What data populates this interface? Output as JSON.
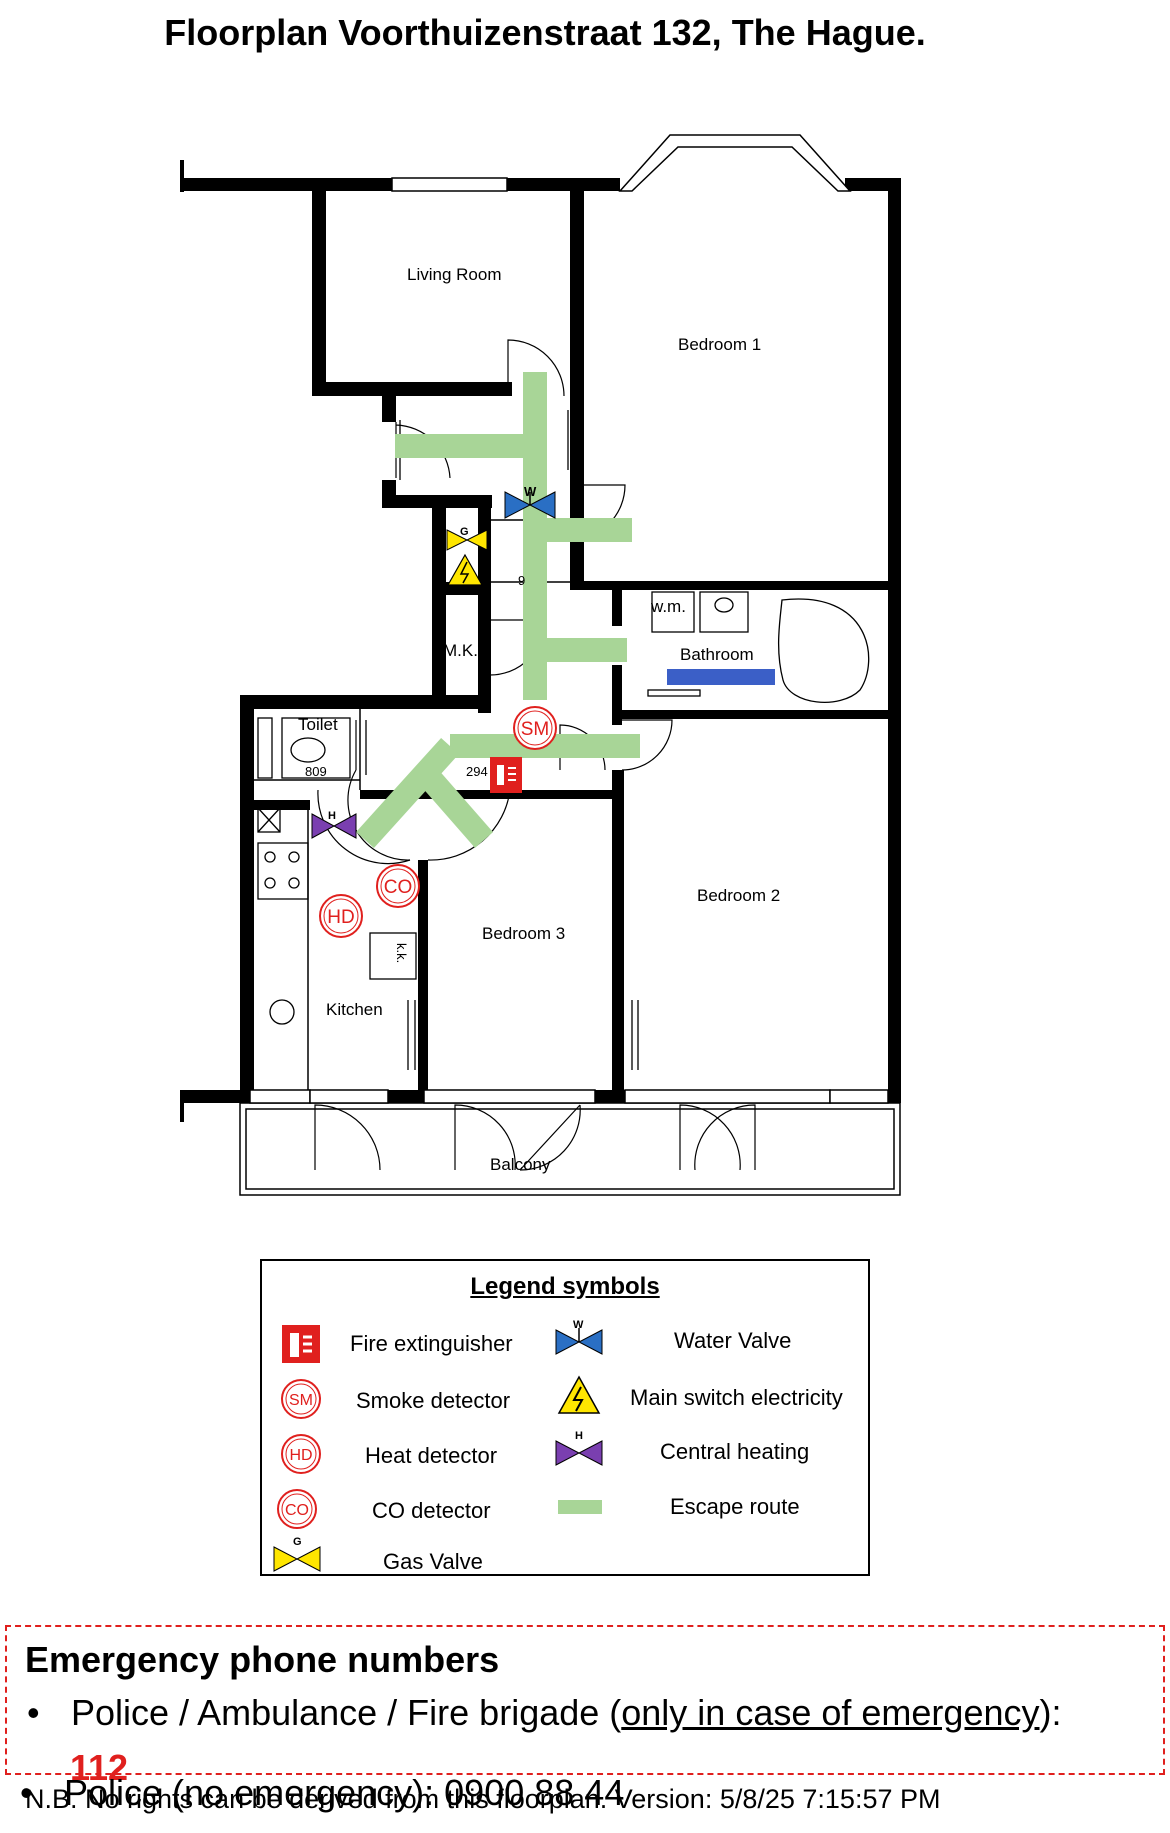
{
  "title": "Floorplan Voorthuizenstraat 132, The Hague.",
  "rooms": {
    "living_room": "Living Room",
    "bedroom1": "Bedroom 1",
    "bathroom": "Bathroom",
    "wm": "w.m.",
    "mk": "M.K.",
    "toilet": "Toilet",
    "bedroom2": "Bedroom 2",
    "bedroom3": "Bedroom 3",
    "kitchen": "Kitchen",
    "kk": "k.k.",
    "balcony": "Balcony"
  },
  "dimensions": {
    "toilet_width": "809",
    "hall_width": "294",
    "hall_mark": "9"
  },
  "symbols": {
    "sm": "SM",
    "hd": "HD",
    "co": "CO",
    "w": "W",
    "g": "G",
    "h": "H"
  },
  "legend": {
    "title": "Legend symbols",
    "fire_extinguisher": "Fire extinguisher",
    "smoke_detector": "Smoke detector",
    "heat_detector": "Heat detector",
    "co_detector": "CO detector",
    "gas_valve": "Gas Valve",
    "water_valve": "Water Valve",
    "main_switch": "Main switch electricity",
    "central_heating": "Central heating",
    "escape_route": "Escape route"
  },
  "emergency": {
    "title": "Emergency phone numbers",
    "bullet": "•",
    "line1_pre": "Police / Ambulance / Fire brigade (",
    "line1_underlined": "only in case of emergency",
    "line1_post": "):",
    "number_112": "112",
    "line2": "Police (no emergency): 0900 88 44"
  },
  "footer": "N.B. No rights can be derived from this floorplan. Version: 5/8/25 7:15:57 PM",
  "colors": {
    "escape_route": "#a8d597",
    "water_valve": "#2a6fc4",
    "gas_valve": "#ffe600",
    "central_heating": "#7a3fb0",
    "detector_red": "#e0201e",
    "bathtub_blue": "#3b5fc7"
  }
}
